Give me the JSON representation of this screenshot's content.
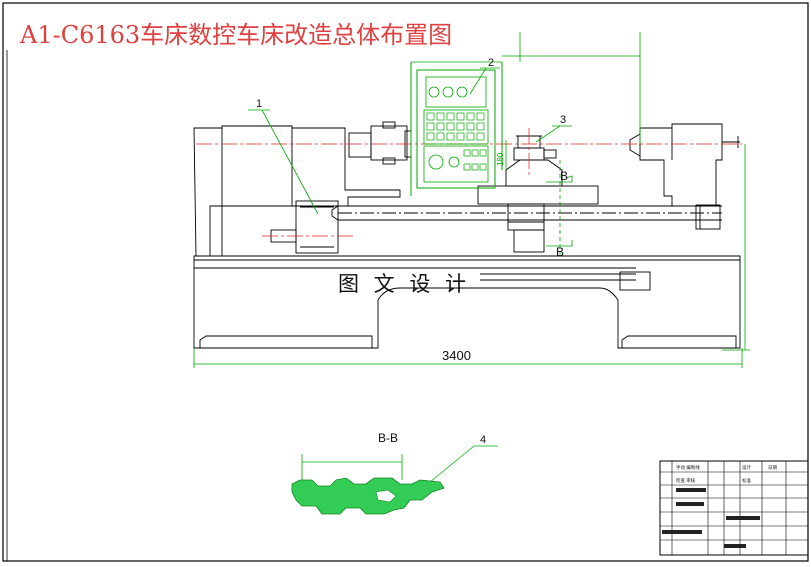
{
  "drawing": {
    "title": "A1-C6163车床数控车床改造总体布置图",
    "watermark": "图 文 设 计"
  },
  "callouts": [
    "1",
    "2",
    "3",
    "4"
  ],
  "dimensions": {
    "overall_length": "3400",
    "tool_height": "180"
  },
  "section": {
    "mark": "B",
    "view_title": "B-B"
  },
  "title_block": {
    "cells": [
      "手动 编制线",
      "设计",
      "日期",
      "检查 审核",
      "标准"
    ]
  },
  "colors": {
    "title": "#e04040",
    "dimension": "#00aa00",
    "centerline": "#e02020",
    "section_fill": "#33cc55",
    "outline": "#000000"
  }
}
